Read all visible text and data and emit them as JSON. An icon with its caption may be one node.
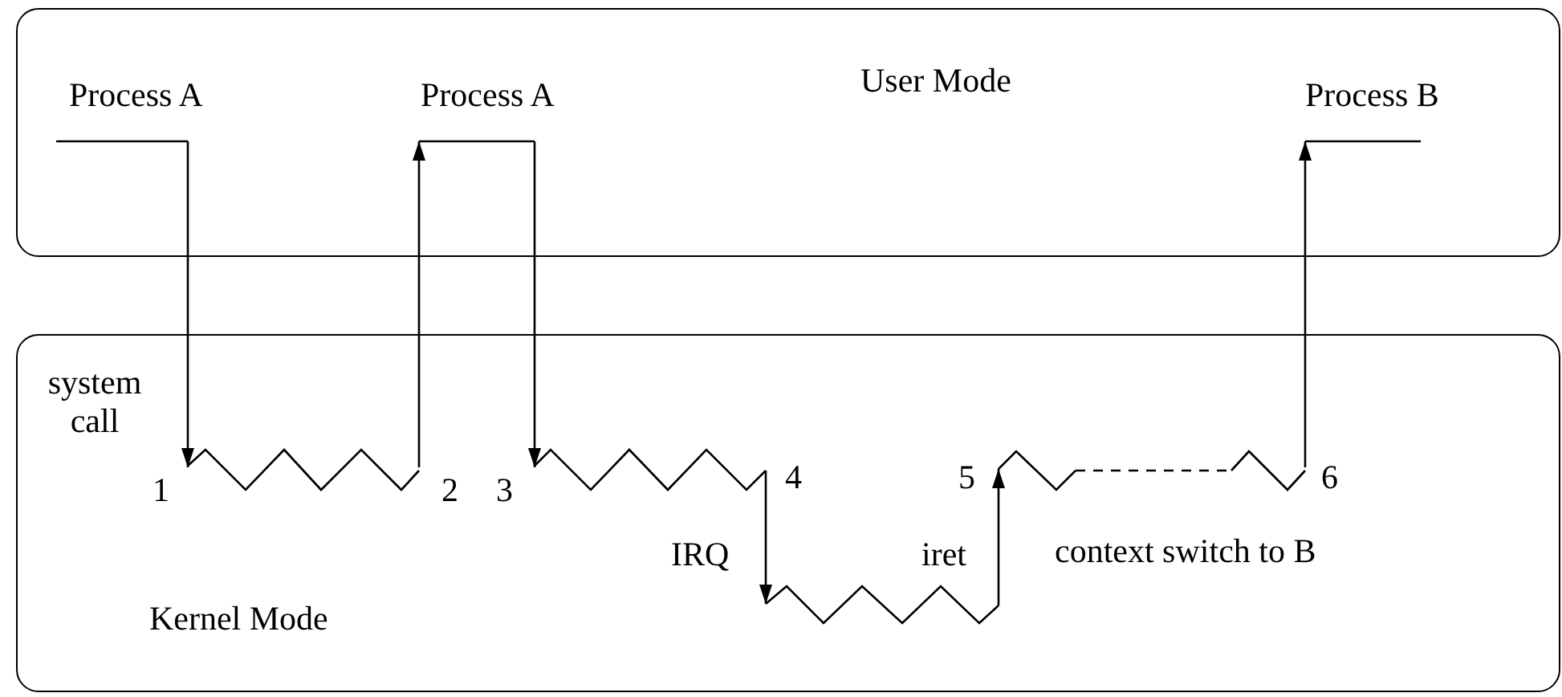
{
  "diagram": {
    "nodes": [
      {
        "text": [
          "User Mode"
        ]
      },
      {
        "text": [
          "Kernel Mode"
        ]
      }
    ],
    "edges": [
      {
        "from": 0,
        "to": 1,
        "arrow": "to",
        "label": "system call"
      },
      {
        "from": 1,
        "to": 0,
        "arrow": "to"
      },
      {
        "from": 0,
        "to": 1,
        "arrow": "to"
      },
      {
        "from": 1,
        "to": 0,
        "arrow": "to"
      }
    ],
    "labels": [
      "Process A",
      "Process A",
      "Process B",
      "1",
      "2",
      "3",
      "4",
      "IRQ",
      "5",
      "iret",
      "6",
      "context switch to B"
    ]
  }
}
